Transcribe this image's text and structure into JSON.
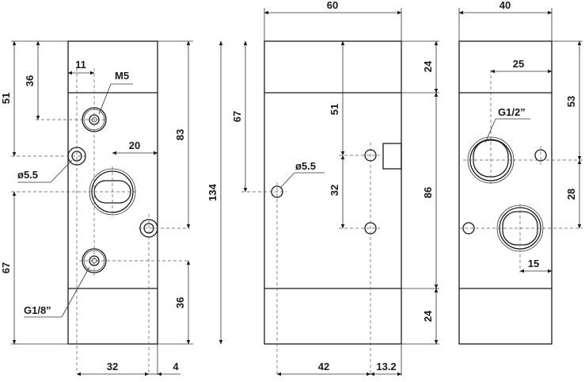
{
  "dimensions": {
    "front_width_60": "60",
    "side_width_40": "40",
    "front_top_24": "24",
    "front_bottom_24": "24",
    "front_51": "51",
    "front_67": "67",
    "front_32_vert": "32",
    "front_86": "86",
    "front_42": "42",
    "front_13_2": "13.2",
    "front_hole_dia": "ø5.5",
    "left_11": "11",
    "left_M5": "M5",
    "left_51": "51",
    "left_36_top": "36",
    "left_83": "83",
    "left_20": "20",
    "left_134": "134",
    "left_67": "67",
    "left_36_bottom": "36",
    "left_hole_dia": "ø5.5",
    "left_G18": "G1/8”",
    "left_32": "32",
    "left_4": "4",
    "side_25": "25",
    "side_53": "53",
    "side_G12": "G1/2”",
    "side_28": "28",
    "side_15": "15"
  }
}
